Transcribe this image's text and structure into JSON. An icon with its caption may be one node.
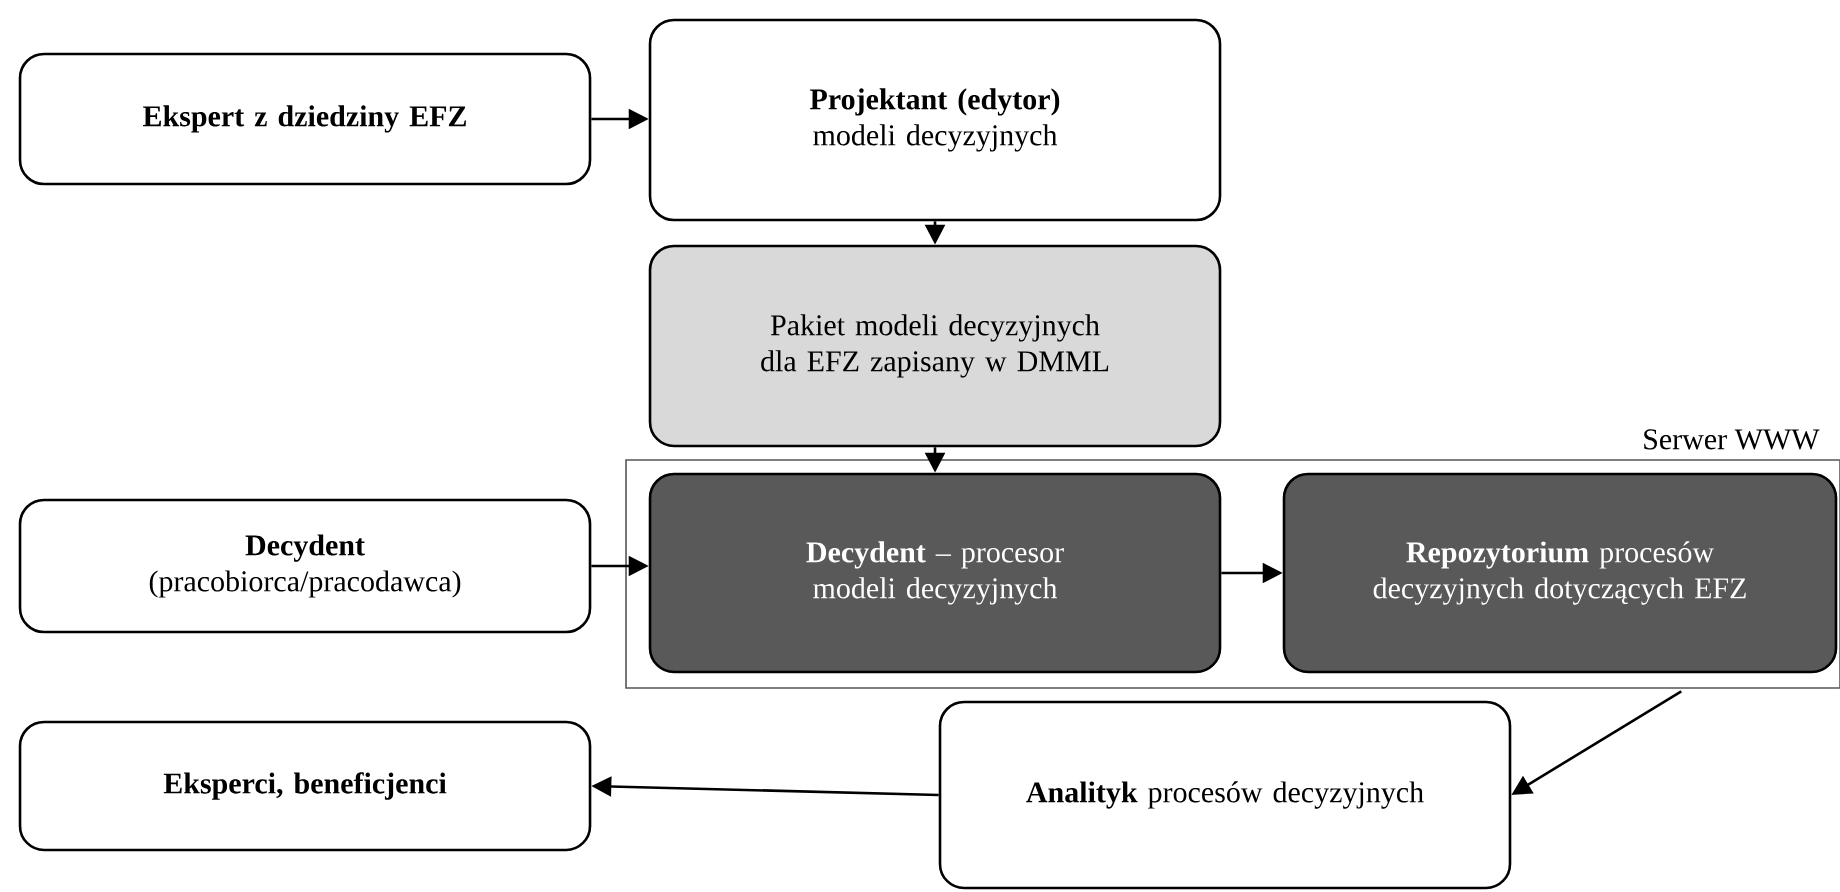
{
  "diagram": {
    "nodes": [
      {
        "text": [
          "Ekspert z dziedziny EFZ"
        ]
      },
      {
        "text": [
          "Projektant (edytor)",
          "modeli decyzyjnych"
        ]
      },
      {
        "text": [
          "Pakiet modeli decyzyjnych dla EFZ zapisany w DMML"
        ]
      },
      {
        "text": [
          "Serwer WWW"
        ]
      },
      {
        "text": [
          "Decydent",
          "(pracobiorca/pracodawca)"
        ]
      },
      {
        "text": [
          "**Decydent** – procesor modeli decyzyjnych"
        ],
        "in": 3
      },
      {
        "text": [
          "**Repozytorium** procesów decyzyjnych dotyczących EFZ"
        ],
        "in": 3
      },
      {
        "text": [
          "Eksperci, beneficjenci"
        ]
      },
      {
        "text": [
          "**Analityk** procesów decyzyjnych"
        ]
      }
    ],
    "edges": [
      {
        "from": 0,
        "to": 1,
        "arrow": "to"
      },
      {
        "from": 1,
        "to": 2,
        "arrow": "to"
      },
      {
        "from": 2,
        "to": 5,
        "arrow": "to"
      },
      {
        "from": 4,
        "to": 5,
        "arrow": "to"
      },
      {
        "from": 5,
        "to": 6,
        "arrow": "to"
      },
      {
        "from": 6,
        "to": 8,
        "arrow": "to"
      },
      {
        "from": 8,
        "to": 7,
        "arrow": "to"
      }
    ]
  }
}
